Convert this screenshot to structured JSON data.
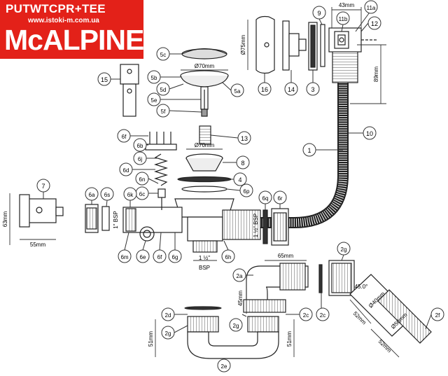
{
  "brand": {
    "title": "PUTWTCPR+TEE",
    "url": "www.istoki-m.com.ua",
    "logo": "McALPINE",
    "color": "#e32119"
  },
  "callouts": {
    "c1": "1",
    "c2": "2a",
    "c3": "2c",
    "c4": "2c",
    "c5": "2d",
    "c6": "2e",
    "c7": "2f",
    "c8": "2g",
    "c9": "2g",
    "c10": "3",
    "c11": "4",
    "c12": "5a",
    "c13": "5b",
    "c14": "5c",
    "c15": "5d",
    "c16": "5e",
    "c17": "5f",
    "c18": "6a",
    "c19": "6b",
    "c20": "6c",
    "c21": "6d",
    "c22": "6e",
    "c23": "6f",
    "c24": "6f",
    "c25": "6g",
    "c26": "6h",
    "c27": "6j",
    "c28": "6k",
    "c29": "6m",
    "c30": "6n",
    "c31": "6p",
    "c32": "6q",
    "c33": "6r",
    "c34": "6s",
    "c35": "7",
    "c36": "8",
    "c37": "9",
    "c38": "10",
    "c39": "11a",
    "c40": "11b",
    "c41": "12",
    "c42": "13",
    "c43": "14",
    "c44": "15",
    "c45": "16",
    "c46": "2g"
  },
  "dims": {
    "d1": "43mm",
    "d2": "Ø75mm",
    "d3": "89mm",
    "d4": "Ø70mm",
    "d5": "Ø70mm",
    "d6": "63mm",
    "d7": "55mm",
    "d8": "1\" BSP",
    "d9": "1 ½\" BSP",
    "d10": "1 ½\"",
    "d11": "BSP",
    "d12": "65mm",
    "d13": "45mm",
    "d14": "51mm",
    "d15": "51mm",
    "d16": "45.0°",
    "d17": "52mm",
    "d18": "Ø40mm",
    "d19": "Ø50mm",
    "d20": "52mm"
  }
}
